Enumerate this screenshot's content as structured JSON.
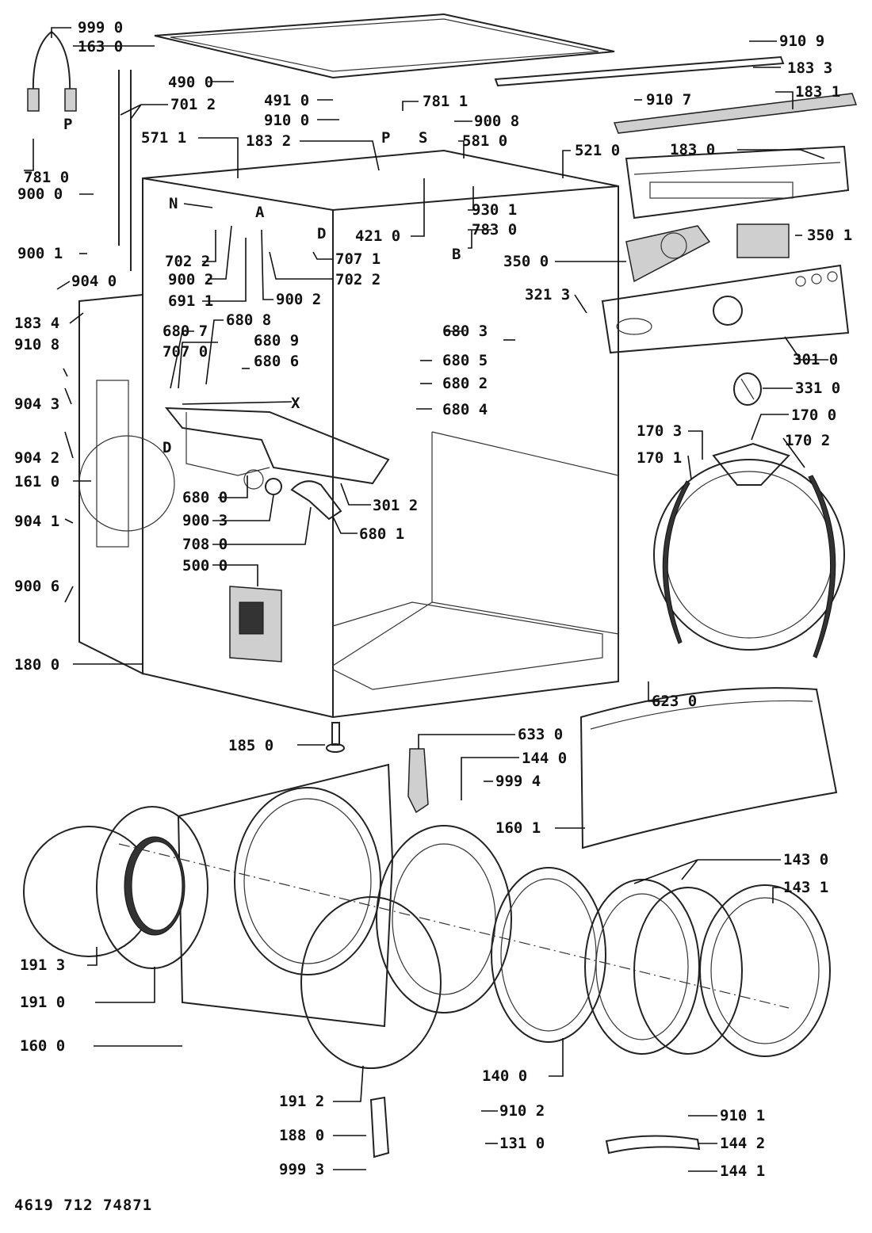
{
  "diagram": {
    "doc_code": "4619 712 74871",
    "labels": {
      "l9990": "999 0",
      "l1630": "163 0",
      "l9109": "910 9",
      "l1833": "183 3",
      "l4900": "490 0",
      "l7012": "701 2",
      "l4910": "491 0",
      "l7811": "781 1",
      "l9107": "910 7",
      "l1831": "183 1",
      "l9100": "910 0",
      "l9008": "900 8",
      "lP1": "P",
      "lP2": "P",
      "lS": "S",
      "l5711": "571 1",
      "l1832": "183 2",
      "l5810": "581 0",
      "l5210": "521 0",
      "l1830": "183 0",
      "l7810": "781 0",
      "lN": "N",
      "lA": "A",
      "l9000": "900 0",
      "l9301": "930 1",
      "l4210": "421 0",
      "lD1": "D",
      "l7830": "783 0",
      "l3501": "350 1",
      "l9001": "900 1",
      "l7071": "707 1",
      "lB": "B",
      "l7022a": "702 2",
      "l3500": "350 0",
      "l9002a": "900 2",
      "l7022b": "702 2",
      "l6911": "691 1",
      "l9002b": "900 2",
      "l3213": "321 3",
      "l9040": "904 0",
      "l1834": "183 4",
      "l9108": "910 8",
      "l6807": "680 7",
      "l6808": "680 8",
      "l6803": "680 3",
      "l7070": "707 0",
      "l6809": "680 9",
      "l3010": "301 0",
      "l6806": "680 6",
      "l6805": "680 5",
      "l9043": "904 3",
      "l6802": "680 2",
      "l3310": "331 0",
      "lX": "X",
      "l6804": "680 4",
      "l1700": "170 0",
      "l1703": "170 3",
      "l9042": "904 2",
      "lD2": "D",
      "l1702": "170 2",
      "l1701": "170 1",
      "l1610": "161 0",
      "l6800": "680 0",
      "l3012": "301 2",
      "l9003": "900 3",
      "l6801": "680 1",
      "l9041": "904 1",
      "l7080": "708 0",
      "l5000": "500 0",
      "l9006": "900 6",
      "l1800": "180 0",
      "l6230": "623 0",
      "l1850": "185 0",
      "l6330": "633 0",
      "l1440": "144 0",
      "l9994": "999 4",
      "l1601": "160 1",
      "l1430": "143 0",
      "l1431": "143 1",
      "l1913": "191 3",
      "l1910": "191 0",
      "l1600": "160 0",
      "l1400": "140 0",
      "l1912": "191 2",
      "l9102": "910 2",
      "l9101": "910 1",
      "l1880": "188 0",
      "l1310": "131 0",
      "l1442": "144 2",
      "l9993": "999 3",
      "l1441": "144 1"
    }
  }
}
